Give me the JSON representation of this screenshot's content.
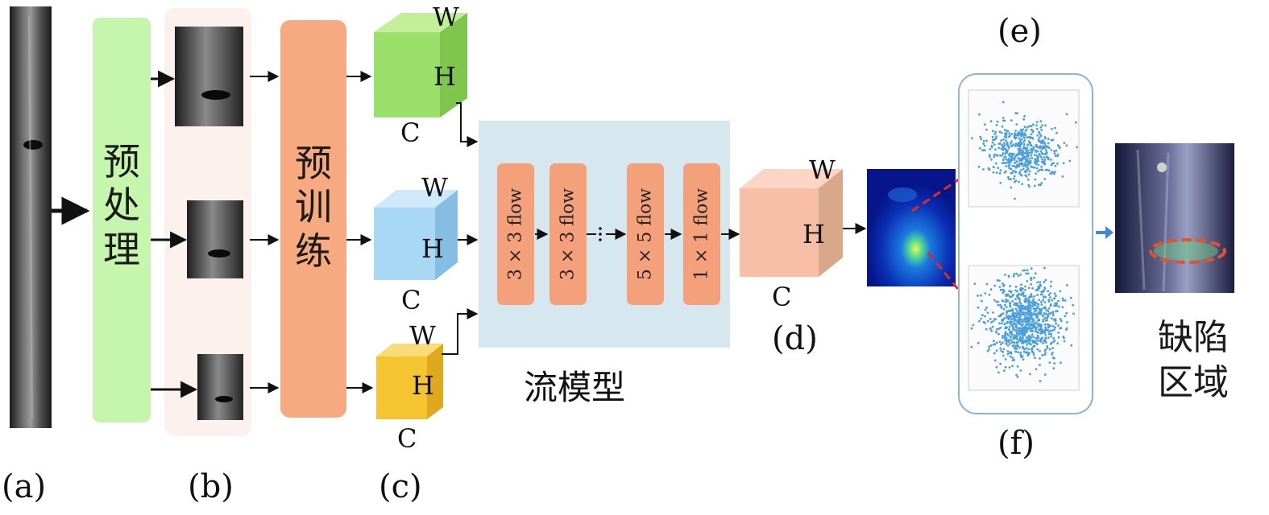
{
  "steps": {
    "preprocess": "预处理",
    "pretrain": "预训练",
    "flow_model": "流模型",
    "defect_region": "缺陷区域"
  },
  "panel_labels": {
    "a": "(a)",
    "b": "(b)",
    "c": "(c)",
    "d": "(d)",
    "e": "(e)",
    "f": "(f)"
  },
  "dims": {
    "w": "W",
    "h": "H",
    "c": "C"
  },
  "flows": [
    "3 × 3 flow",
    "3 × 3 flow",
    "5 × 5 flow",
    "1 × 1 flow"
  ],
  "colors": {
    "preprocess_box": "#c6f5ad",
    "pretrain_box": "#f7a97f",
    "flow_panel": "#d7e7f0",
    "flow_block": "#f4a07a",
    "cube_green": "#9be06a",
    "cube_blue": "#a9d8f5",
    "cube_yellow": "#f5c531",
    "cube_peach": "#f7bfa6",
    "scatter_points": "#4b9fe0",
    "dashed_arrow": "#e02a2a",
    "accent_arrow": "#3d87e0"
  }
}
